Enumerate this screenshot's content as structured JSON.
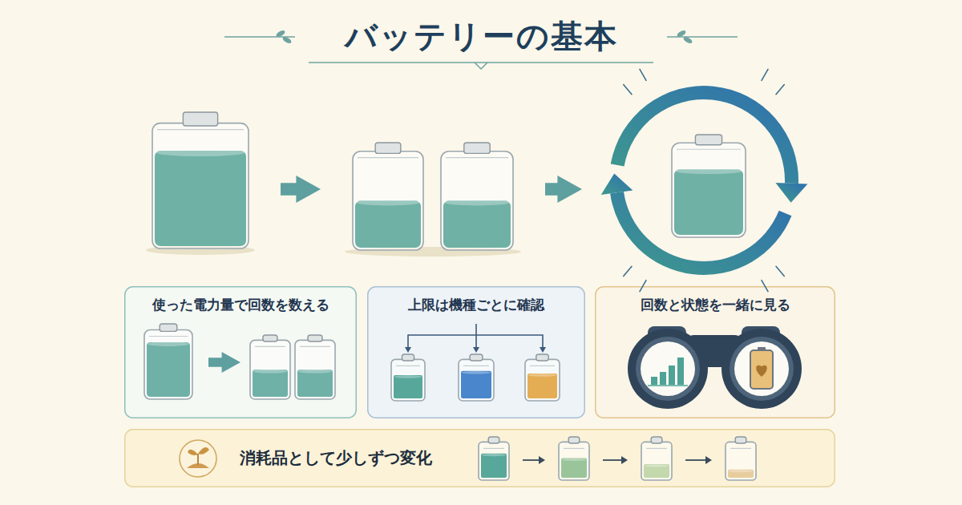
{
  "diagram": {
    "title": "バッテリーの基本",
    "nodes": [
      {
        "text": [
          "使った電力量で回数を数える"
        ]
      },
      {
        "text": [
          "上限は機種ごとに確認"
        ]
      },
      {
        "text": [
          "回数と状態を一緒に見る"
        ]
      },
      {
        "text": [
          "消耗品として少しずつ変化"
        ]
      }
    ]
  }
}
